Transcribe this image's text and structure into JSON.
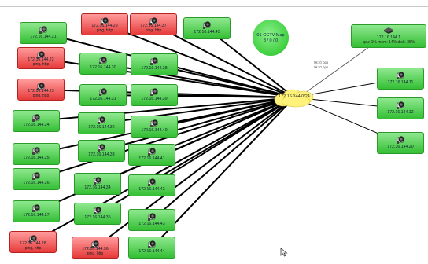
{
  "map": {
    "name": "01-CCTV Map",
    "counts": "3 / 0 / 0"
  },
  "network": {
    "label": "172.16.144.0/24"
  },
  "server": {
    "ip": "172.16.144.1",
    "stats": "cpu: 1% mem: 14% disk: 35%"
  },
  "link": {
    "rx": "0k: 0 bps",
    "tx": "0k: 0 bps"
  },
  "status": {
    "down_text": "ping, http"
  },
  "colors": {
    "ok": "#34bf34",
    "down": "#e73a3a",
    "link": "#000000",
    "cloud": "#fff27a"
  },
  "icons": {
    "camera": "cctv-camera-icon",
    "server": "server-icon",
    "cloud": "cloud-icon",
    "cursor": "mouse-cursor-icon"
  },
  "nodes": [
    {
      "ip": "172.16.144.21",
      "status": "ok"
    },
    {
      "ip": "172.16.144.29",
      "status": "down"
    },
    {
      "ip": "172.16.144.37",
      "status": "down"
    },
    {
      "ip": "172.16.144.45",
      "status": "ok"
    },
    {
      "ip": "172.16.144.22",
      "status": "down"
    },
    {
      "ip": "172.16.144.30",
      "status": "ok"
    },
    {
      "ip": "172.16.144.38",
      "status": "ok"
    },
    {
      "ip": "172.16.144.23",
      "status": "down"
    },
    {
      "ip": "172.16.144.31",
      "status": "ok"
    },
    {
      "ip": "172.16.144.39",
      "status": "ok"
    },
    {
      "ip": "172.16.144.24",
      "status": "ok"
    },
    {
      "ip": "172.16.144.32",
      "status": "ok"
    },
    {
      "ip": "172.16.144.40",
      "status": "ok"
    },
    {
      "ip": "172.16.144.25",
      "status": "ok"
    },
    {
      "ip": "172.16.144.33",
      "status": "ok"
    },
    {
      "ip": "172.16.144.41",
      "status": "ok"
    },
    {
      "ip": "172.16.144.26",
      "status": "ok"
    },
    {
      "ip": "172.16.144.34",
      "status": "ok"
    },
    {
      "ip": "172.16.144.42",
      "status": "ok"
    },
    {
      "ip": "172.16.144.27",
      "status": "ok"
    },
    {
      "ip": "172.16.144.35",
      "status": "ok"
    },
    {
      "ip": "172.16.144.43",
      "status": "ok"
    },
    {
      "ip": "172.16.144.28",
      "status": "down"
    },
    {
      "ip": "172.16.144.36",
      "status": "down"
    },
    {
      "ip": "172.16.144.44",
      "status": "ok"
    },
    {
      "ip": "172.16.144.11",
      "status": "ok"
    },
    {
      "ip": "172.16.144.12",
      "status": "ok"
    },
    {
      "ip": "172.16.144.20",
      "status": "ok"
    }
  ]
}
